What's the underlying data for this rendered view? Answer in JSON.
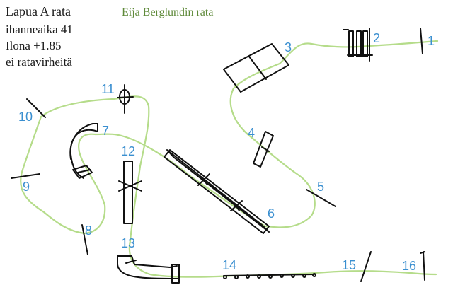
{
  "header": {
    "lines": [
      "Lapua A rata",
      "ihanneaika 41",
      "Ilona +1.85",
      "ei ratavirheitä"
    ],
    "subtitle": "Eija Berglundin rata"
  },
  "course": {
    "path_color": "#b5dc8a",
    "label_color": "#3a8fd0",
    "ink_color": "#111111",
    "obstacles": [
      {
        "label": "1",
        "kind": "jump"
      },
      {
        "label": "2",
        "kind": "weave"
      },
      {
        "label": "3",
        "kind": "tunnel"
      },
      {
        "label": "4",
        "kind": "jump"
      },
      {
        "label": "5",
        "kind": "jump"
      },
      {
        "label": "6",
        "kind": "dogwalk"
      },
      {
        "label": "7",
        "kind": "tunnel"
      },
      {
        "label": "8",
        "kind": "jump"
      },
      {
        "label": "9",
        "kind": "jump"
      },
      {
        "label": "10",
        "kind": "jump"
      },
      {
        "label": "11",
        "kind": "tire"
      },
      {
        "label": "12",
        "kind": "seesaw"
      },
      {
        "label": "13",
        "kind": "tunnel"
      },
      {
        "label": "14",
        "kind": "weave"
      },
      {
        "label": "15",
        "kind": "jump"
      },
      {
        "label": "16",
        "kind": "jump"
      }
    ]
  }
}
